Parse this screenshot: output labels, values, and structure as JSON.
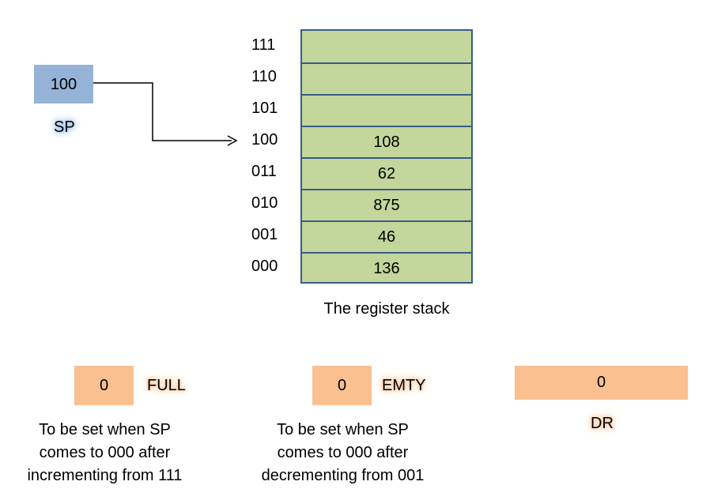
{
  "sp": {
    "value": "100",
    "label": "SP"
  },
  "stack": {
    "rows": [
      {
        "address": "111",
        "value": ""
      },
      {
        "address": "110",
        "value": ""
      },
      {
        "address": "101",
        "value": ""
      },
      {
        "address": "100",
        "value": "108"
      },
      {
        "address": "011",
        "value": "62"
      },
      {
        "address": "010",
        "value": "875"
      },
      {
        "address": "001",
        "value": "46"
      },
      {
        "address": "000",
        "value": "136"
      }
    ],
    "caption": "The register stack"
  },
  "full": {
    "value": "0",
    "label": "FULL",
    "note": [
      "To be set when SP",
      "comes to 000 after",
      "incrementing from 111"
    ]
  },
  "emty": {
    "value": "0",
    "label": "EMTY",
    "note": [
      "To be set when SP",
      "comes to 000 after",
      "decrementing from 001"
    ]
  },
  "dr": {
    "value": "0",
    "label": "DR"
  },
  "colors": {
    "sp_box": "#95b3d7",
    "stack_fill": "#c3d69b",
    "stack_border": "#385d8a",
    "flag_fill": "#fac090"
  }
}
